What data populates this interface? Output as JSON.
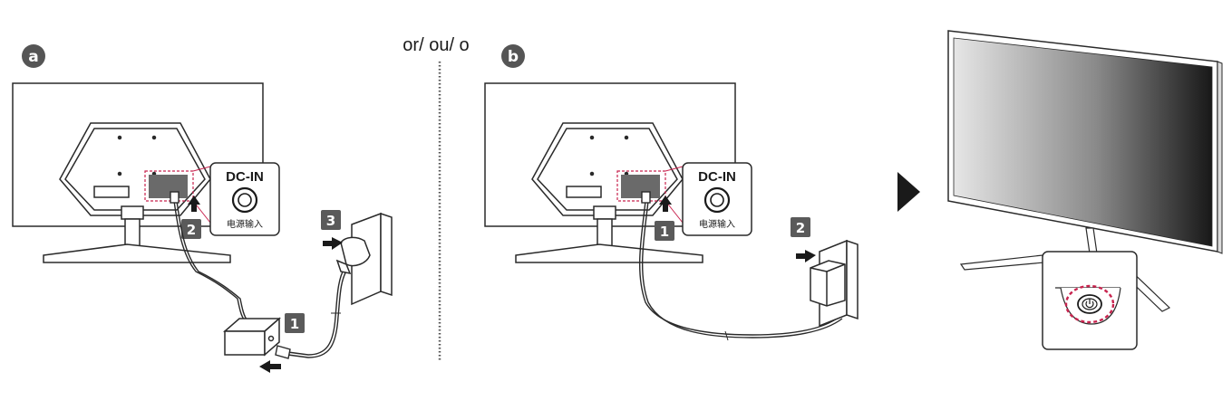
{
  "separator_text": "or/ ou/ o",
  "panel_a": {
    "badge": "a",
    "port_title": "DC-IN",
    "port_subtitle": "电源输入",
    "steps": [
      "2",
      "3",
      "1"
    ]
  },
  "panel_b": {
    "badge": "b",
    "port_title": "DC-IN",
    "port_subtitle": "电源输入",
    "steps": [
      "1",
      "2"
    ]
  },
  "colors": {
    "line": "#2a2a2a",
    "badge": "#555555",
    "step": "#5a5a5a",
    "highlight": "#c8234e",
    "screen_dark": "#1c1c1c",
    "screen_light": "#e4e4e4"
  },
  "icons": [
    "arrow-right-icon",
    "power-button-icon",
    "dc-port-icon"
  ]
}
